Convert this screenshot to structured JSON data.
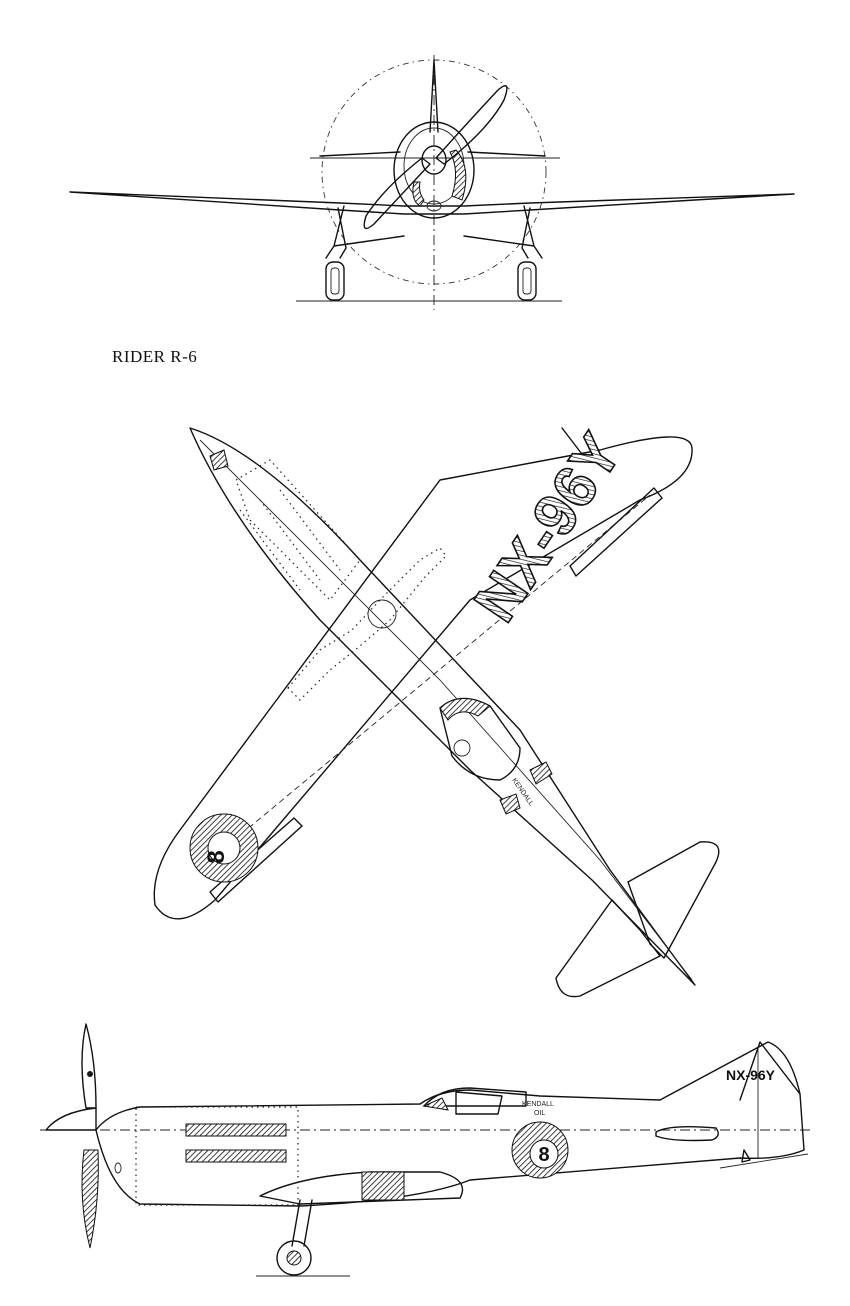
{
  "title": "RIDER R-6",
  "registration": "NX-96Y",
  "race_number": "8",
  "sponsor_text": "KENDALL",
  "sponsor_sub": "OIL",
  "views": {
    "front": "front-view",
    "top": "plan-view",
    "side": "side-view"
  }
}
